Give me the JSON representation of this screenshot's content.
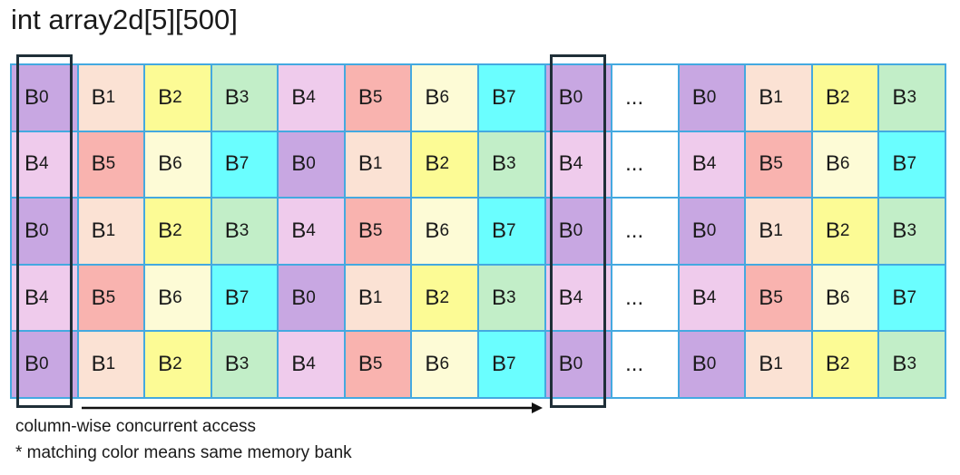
{
  "title": "int array2d[5][500]",
  "ellipsis": "...",
  "rows": [
    [
      "B0",
      "B1",
      "B2",
      "B3",
      "B4",
      "B5",
      "B6",
      "B7",
      "B0",
      "...",
      "B0",
      "B1",
      "B2",
      "B3"
    ],
    [
      "B4",
      "B5",
      "B6",
      "B7",
      "B0",
      "B1",
      "B2",
      "B3",
      "B4",
      "...",
      "B4",
      "B5",
      "B6",
      "B7"
    ],
    [
      "B0",
      "B1",
      "B2",
      "B3",
      "B4",
      "B5",
      "B6",
      "B7",
      "B0",
      "...",
      "B0",
      "B1",
      "B2",
      "B3"
    ],
    [
      "B4",
      "B5",
      "B6",
      "B7",
      "B0",
      "B1",
      "B2",
      "B3",
      "B4",
      "...",
      "B4",
      "B5",
      "B6",
      "B7"
    ],
    [
      "B0",
      "B1",
      "B2",
      "B3",
      "B4",
      "B5",
      "B6",
      "B7",
      "B0",
      "...",
      "B0",
      "B1",
      "B2",
      "B3"
    ]
  ],
  "bank_colors": {
    "B0": "#c8a7e2",
    "B1": "#fbe2d4",
    "B2": "#fcfb95",
    "B3": "#c2eec8",
    "B4": "#efcbec",
    "B5": "#f9b3af",
    "B6": "#fdfbd6",
    "B7": "#6afeff"
  },
  "captions": {
    "line1": "column-wise concurrent access",
    "line2": "* matching color means same memory bank"
  },
  "colors": {
    "grid_line": "#44a9e0",
    "highlight_box": "#1f2f38",
    "arrow": "#111111"
  }
}
